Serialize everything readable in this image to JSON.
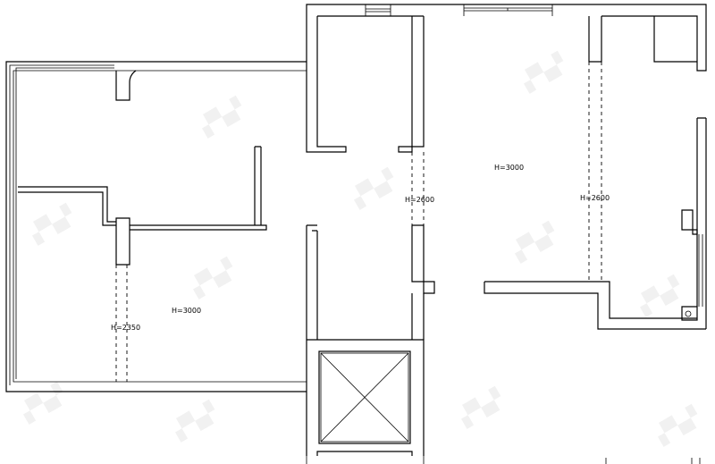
{
  "labels": {
    "left_room_height": "H=3000",
    "left_beam_height": "H=2350",
    "right_room_height": "H=3000",
    "corridor_beam_height": "H=2600",
    "right_beam_height": "H=2600"
  }
}
